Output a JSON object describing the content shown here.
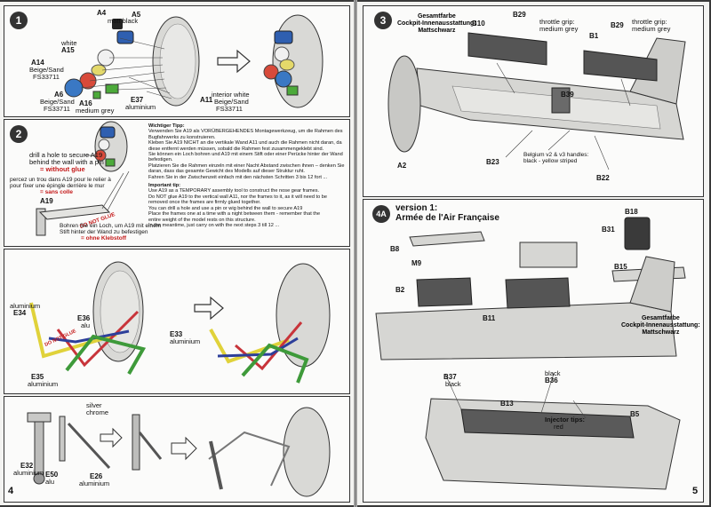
{
  "left_page": {
    "page_number": "4",
    "step1": {
      "number": "1",
      "labels": {
        "a4": "A4",
        "a4_paint": "matt black",
        "a5": "A5",
        "a15_paint": "white",
        "a15": "A15",
        "a14": "A14",
        "a14_paint1": "Beige/Sand",
        "a14_paint2": "FS33711",
        "a6": "A6",
        "a6_paint1": "Beige/Sand",
        "a6_paint2": "FS33711",
        "a16": "A16",
        "a16_paint": "medium grey",
        "e37": "E37",
        "e37_paint": "aluminium",
        "a11": "A11",
        "a11_paint1": "interior white",
        "a11_paint2": "Beige/Sand",
        "a11_paint3": "FS33711"
      }
    },
    "step2": {
      "number": "2",
      "drill_en1": "drill a hole to secure A19",
      "drill_en2": "behind the wall with a pin",
      "drill_en3": "= without glue",
      "drill_fr1": "percez un trou dans A19 pour le relier à",
      "drill_fr2": "pour fixer une épingle derrière le mur",
      "drill_fr3": "= sans colle",
      "a19": "A19",
      "do_not_glue": "DO NOT GLUE",
      "drill_de1": "Bohren Sie ein Loch, um A19 mit einem",
      "drill_de2": "Stift hinter der Wand zu befestigen",
      "drill_de3": "= ohne Klebstoff",
      "tip_de_title": "Wichtiger Tipp:",
      "tip_de_lines": [
        "Verwenden Sie A19 als VORÜBERGEHENDES Montagewerkzeug, um die Rahmen des",
        "Bugfahrwerks zu konstruieren.",
        "Kleben Sie A19 NICHT an die vertikale Wand A11 und auch die Rahmen nicht daran, da",
        "diese entfernt werden müssen, sobald die Rahmen fest zusammengeklebt sind.",
        "Sie können ein Loch bohren und A19 mit einem Stift oder einer Perücke hinter der Wand",
        "befestigen.",
        "Platzieren Sie die Rahmen einzeln mit einer Nacht Abstand zwischen ihnen – denken Sie",
        "daran, dass das gesamte Gewicht des Modells auf dieser Struktur ruht.",
        "Fahren Sie in der Zwischenzeit einfach mit den nächsten Schritten 3 bis 12 fort ..."
      ],
      "tip_en_title": "Important tip:",
      "tip_en_lines": [
        "Use A19 as a TEMPORARY assembly tool to construct the nose gear frames.",
        "Do NOT glue A19 to the vertical wall A11, nor the frames to it, as it will need to be",
        "removed once the frames are firmly glued together.",
        "You can drill a hole and use a pin or wig behind the wall to secure A19",
        "Place the frames one at a time with a night between them - remember that the",
        "entire weight of the model rests on this structure.",
        "In the meantime, just carry on with the next steps 3 till 12 ..."
      ]
    },
    "step3": {
      "e34_paint": "aluminium",
      "e34": "E34",
      "e36": "E36",
      "e36_paint": "alu",
      "e33": "E33",
      "e33_paint": "aluminium",
      "e35": "E35",
      "e35_paint": "aluminium",
      "do_not_glue": "DO NOT GLUE"
    },
    "step4": {
      "silver": "silver",
      "chrome": "chrome",
      "e32": "E32",
      "e32_paint": "aluminium",
      "e50": "E50",
      "e50_paint": "alu",
      "e26": "E26",
      "e26_paint": "aluminium"
    }
  },
  "right_page": {
    "page_number": "5",
    "step3": {
      "number": "3",
      "overall_title1": "Gesamtfarbe",
      "overall_title2": "Cockpit-Innenausstattung:",
      "overall_title3": "Mattschwarz",
      "b10": "B10",
      "b29a": "B29",
      "throttle1a": "throttle grip:",
      "throttle1b": "medium grey",
      "b1": "B1",
      "b29b": "B29",
      "throttle2a": "throttle grip:",
      "throttle2b": "medium grey",
      "b39": "B39",
      "a2": "A2",
      "b23": "B23",
      "belgium1": "Belgium v2 & v3 handles:",
      "belgium2": "black - yellow striped",
      "b22": "B22"
    },
    "step4a": {
      "number": "4A",
      "version_title": "version 1:",
      "version_sub": "Armée de l'Air Française",
      "b31": "B31",
      "b18": "B18",
      "b8": "B8",
      "m9": "M9",
      "b15": "B15",
      "b2": "B2",
      "b11": "B11",
      "overall1": "Gesamtfarbe",
      "overall2": "Cockpit-Innenausstattung:",
      "overall3": "Mattschwarz",
      "b37": "B37",
      "b37_paint": "black",
      "b36_paint": "black",
      "b36": "B36",
      "b13": "B13",
      "b5": "B5",
      "injector1": "Injector tips:",
      "injector2": "red"
    }
  }
}
